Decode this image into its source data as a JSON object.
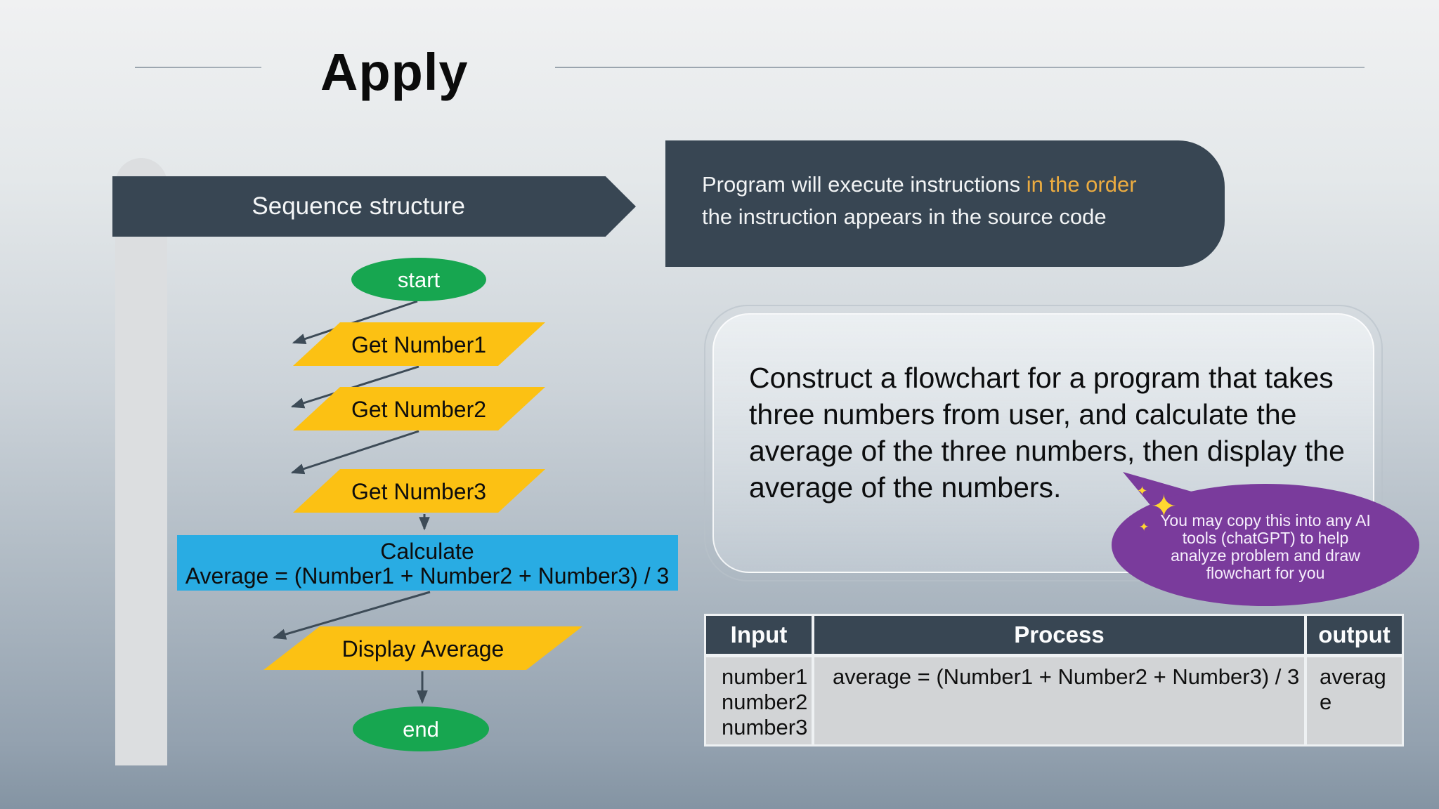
{
  "page": {
    "title": "Apply"
  },
  "banner": {
    "label": "Sequence structure"
  },
  "info_box": {
    "line1_prefix": "Program will execute instructions ",
    "line1_highlight": "in the order",
    "line2": "the instruction appears in the source code",
    "bg_color": "#384653",
    "highlight_color": "#ecac40"
  },
  "flowchart": {
    "colors": {
      "terminator": "#17a650",
      "io_shape": "#fcc113",
      "process": "#29ace3",
      "arrow": "#3d4b57"
    },
    "nodes": {
      "start": {
        "type": "terminator",
        "label": "start"
      },
      "get1": {
        "type": "input",
        "label": "Get Number1"
      },
      "get2": {
        "type": "input",
        "label": "Get Number2"
      },
      "get3": {
        "type": "input",
        "label": "Get Number3"
      },
      "calc": {
        "type": "process",
        "label_line1": "Calculate",
        "label_line2": "Average = (Number1 + Number2 + Number3) / 3"
      },
      "display": {
        "type": "output",
        "label": "Display Average"
      },
      "end": {
        "type": "terminator",
        "label": "end"
      }
    }
  },
  "problem": {
    "lines": [
      "Construct a flowchart for a program that takes",
      "three numbers from user, and calculate the",
      "average of the three numbers, then display the",
      "average of the numbers."
    ]
  },
  "bubble": {
    "bg_color": "#7a3b9c",
    "sparkle_icon": "sparkles",
    "lines": [
      "You may copy this into any AI",
      "tools (chatGPT) to help",
      "analyze problem and draw",
      "flowchart for you"
    ]
  },
  "table": {
    "headers": [
      "Input",
      "Process",
      "output"
    ],
    "row": {
      "input": [
        "number1",
        "number2",
        "number3"
      ],
      "process": "average = (Number1 + Number2 + Number3) / 3",
      "output": "average"
    }
  }
}
